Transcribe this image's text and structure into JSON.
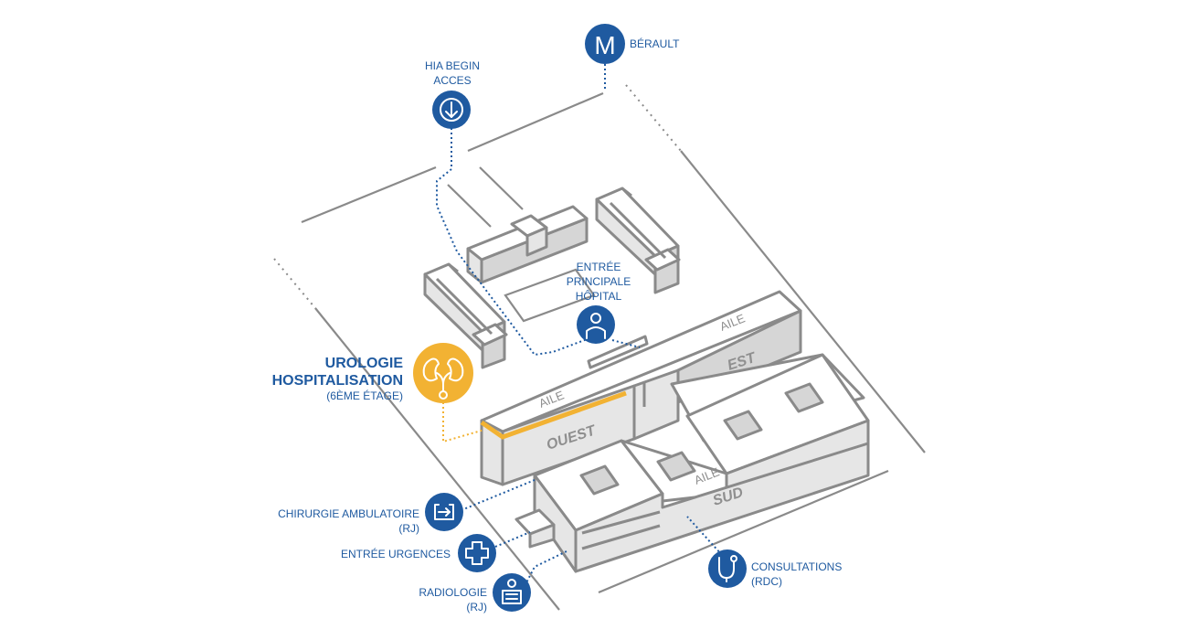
{
  "colors": {
    "accent": "#1f5aa0",
    "highlight": "#f2b233",
    "building_line": "#8a8a8a"
  },
  "poi": {
    "metro": {
      "icon": "metro-m-icon",
      "glyph": "M",
      "label": "BÉRAULT"
    },
    "hia_access": {
      "icon": "arrow-down-icon",
      "line1": "HIA BEGIN",
      "line2": "ACCES"
    },
    "main_entrance": {
      "icon": "person-icon",
      "line1": "ENTRÉE",
      "line2": "PRINCIPALE",
      "line3": "HÔPITAL"
    },
    "urology": {
      "icon": "kidneys-icon",
      "line1": "UROLOGIE",
      "line2": "HOSPITALISATION",
      "line3": "(6ÈME ÉTAGE)"
    },
    "ambulatory": {
      "icon": "door-exit-icon",
      "line1": "CHIRURGIE AMBULATOIRE",
      "line2": "(RJ)"
    },
    "emergency": {
      "icon": "medical-cross-icon",
      "label": "ENTRÉE URGENCES"
    },
    "radiology": {
      "icon": "radiology-icon",
      "line1": "RADIOLOGIE",
      "line2": "(RJ)"
    },
    "consultations": {
      "icon": "stethoscope-icon",
      "line1": "CONSULTATIONS",
      "line2": "(RDC)"
    }
  },
  "wings": {
    "west": {
      "small": "AILE",
      "big": "OUEST"
    },
    "east": {
      "small": "AILE",
      "big": "EST"
    },
    "south": {
      "small": "AILE",
      "big": "SUD"
    }
  }
}
